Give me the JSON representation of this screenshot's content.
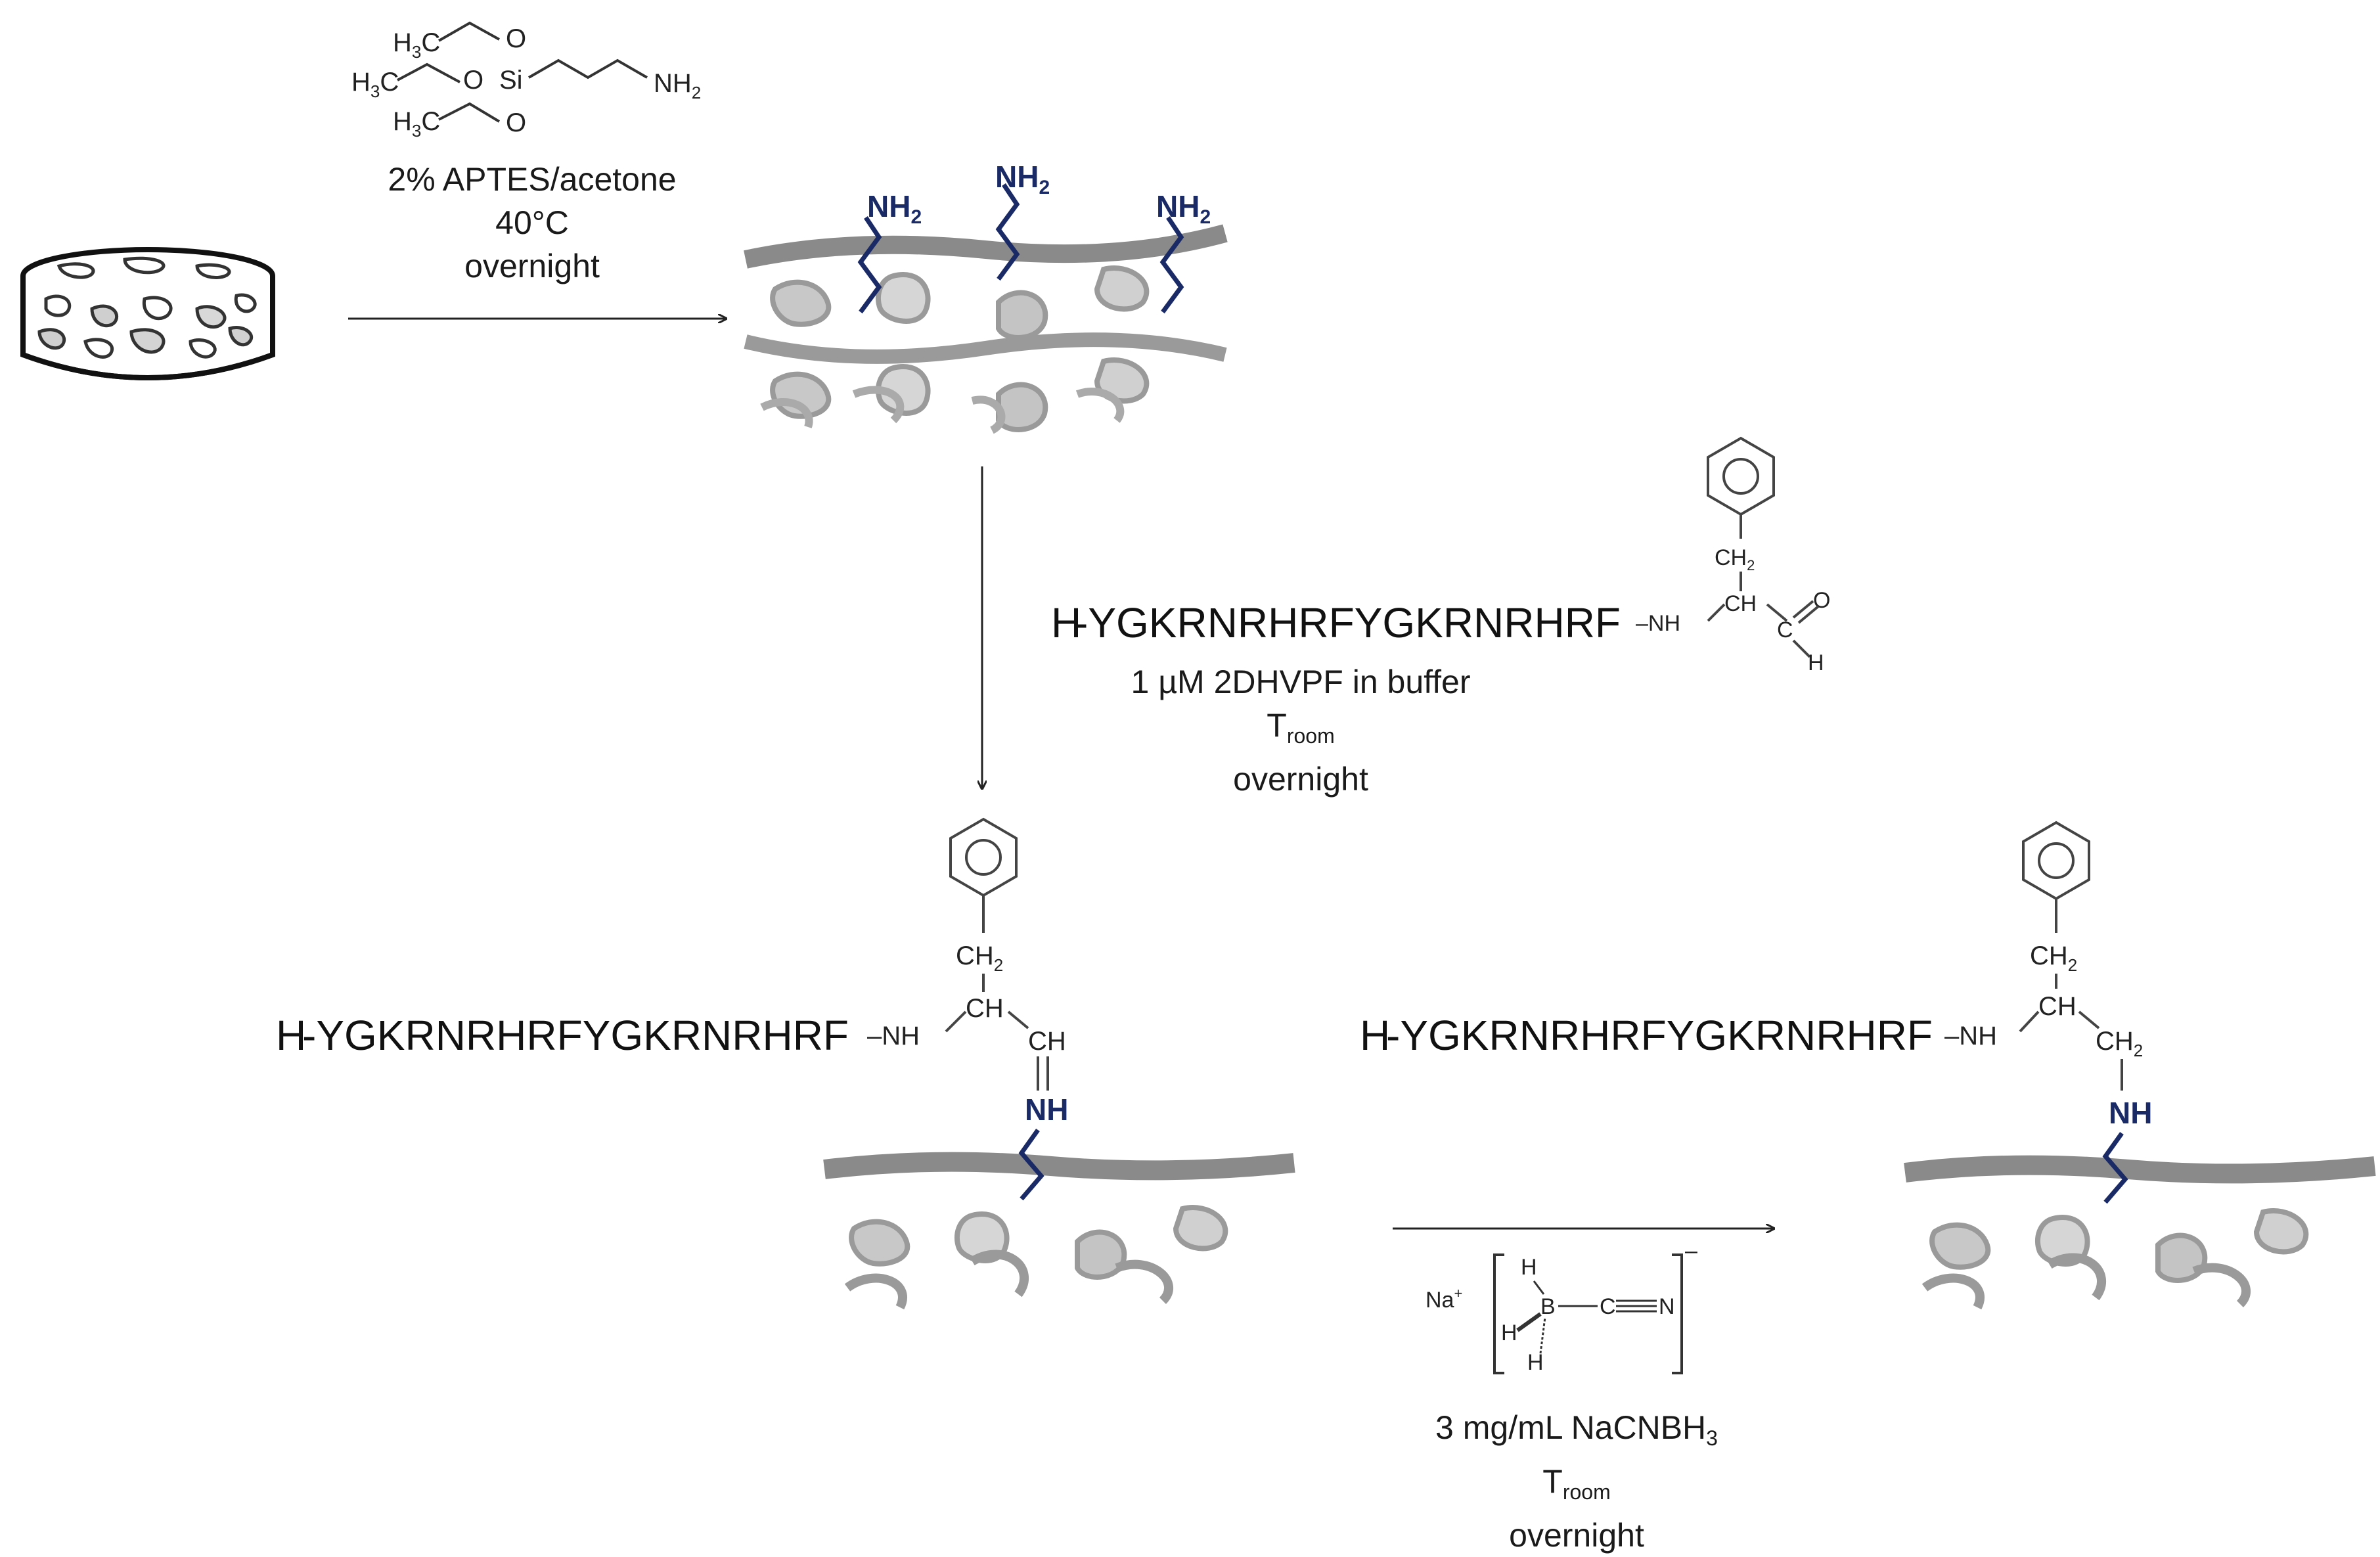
{
  "step1": {
    "reagent_lines": [
      "2% APTES/acetone",
      "40°C",
      "overnight"
    ],
    "aptes": {
      "h3c": "H",
      "h3c_sub": "3",
      "h3c_tail": "C",
      "o": "O",
      "si": "Si",
      "nh2": "NH",
      "nh2_sub": "2"
    }
  },
  "surface_amine": {
    "label": "NH",
    "sub": "2"
  },
  "peptide": {
    "h": "H",
    "sequence": "-YGKRNRHRFYGKRNRHRF",
    "nh": "–NH",
    "ch": "CH",
    "ch2": "CH",
    "ch2_sub": "2",
    "c": "C",
    "o": "O",
    "h_ald": "H"
  },
  "step2": {
    "line1": "1 µM 2DHVPF in buffer",
    "temp_main": "T",
    "temp_sub": "room",
    "line3": "overnight"
  },
  "imine": {
    "ch": "CH",
    "nh": "NH"
  },
  "step3": {
    "line1_main": "3 mg/mL NaCNBH",
    "line1_sub": "3",
    "temp_main": "T",
    "temp_sub": "room",
    "line3": "overnight",
    "reagent": {
      "na": "Na",
      "na_sup": "+",
      "h": "H",
      "b": "B",
      "c": "C",
      "n": "N",
      "charge": "–"
    }
  },
  "product": {
    "ch2": "CH",
    "ch2_sub": "2",
    "nh": "NH"
  },
  "colors": {
    "amine": "#1a2a66",
    "surface_dark": "#8a8a8a",
    "surface_light": "#c8c8c8"
  }
}
